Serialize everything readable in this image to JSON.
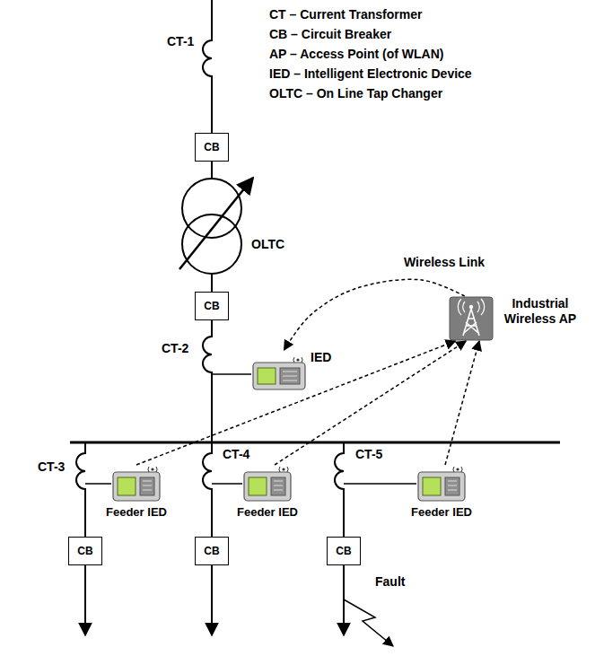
{
  "diagram": {
    "nodes": [
      {
        "text": [
          "CB"
        ]
      },
      {
        "text": [
          "CB"
        ]
      },
      {
        "text": [
          "IED"
        ]
      },
      {
        "text": [
          "Industrial Wireless AP"
        ]
      },
      {
        "text": [
          "Feeder IED"
        ]
      },
      {
        "text": [
          "Feeder IED"
        ]
      },
      {
        "text": [
          "Feeder IED"
        ]
      },
      {
        "text": [
          "CB"
        ]
      },
      {
        "text": [
          "CB"
        ]
      },
      {
        "text": [
          "CB"
        ]
      }
    ],
    "edges": [
      {
        "from": 3,
        "to": 2,
        "arrow": "to",
        "label": "Wireless Link"
      },
      {
        "from": 4,
        "to": 3,
        "arrow": "to"
      },
      {
        "from": 5,
        "to": 3,
        "arrow": "to"
      },
      {
        "from": 6,
        "to": 3,
        "arrow": "to"
      }
    ],
    "labels": [
      "CT – Current Transformer",
      "CB – Circuit Breaker",
      "AP – Access Point (of WLAN)",
      "IED – Intelligent Electronic Device",
      "OLTC – On Line Tap Changer",
      "CT-1",
      "OLTC",
      "CT-2",
      "CT-3",
      "CT-4",
      "CT-5",
      "Fault"
    ]
  }
}
